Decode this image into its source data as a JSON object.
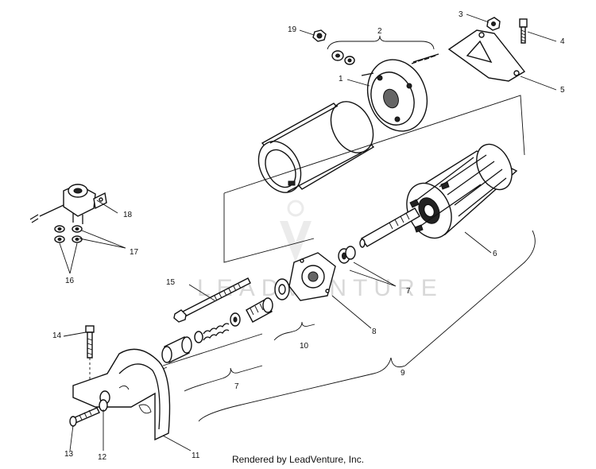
{
  "watermark": {
    "text": "LEADVENTURE"
  },
  "credit": "Rendered by LeadVenture, Inc.",
  "callouts": [
    {
      "id": "c1",
      "label": "1"
    },
    {
      "id": "c2",
      "label": "2"
    },
    {
      "id": "c3",
      "label": "3"
    },
    {
      "id": "c4",
      "label": "4"
    },
    {
      "id": "c5",
      "label": "5"
    },
    {
      "id": "c6",
      "label": "6"
    },
    {
      "id": "c7a",
      "label": "7"
    },
    {
      "id": "c7b",
      "label": "7"
    },
    {
      "id": "c8",
      "label": "8"
    },
    {
      "id": "c9",
      "label": "9"
    },
    {
      "id": "c10",
      "label": "10"
    },
    {
      "id": "c11",
      "label": "11"
    },
    {
      "id": "c12",
      "label": "12"
    },
    {
      "id": "c13",
      "label": "13"
    },
    {
      "id": "c14",
      "label": "14"
    },
    {
      "id": "c15",
      "label": "15"
    },
    {
      "id": "c16",
      "label": "16"
    },
    {
      "id": "c17",
      "label": "17"
    },
    {
      "id": "c18",
      "label": "18"
    },
    {
      "id": "c19",
      "label": "19"
    }
  ]
}
